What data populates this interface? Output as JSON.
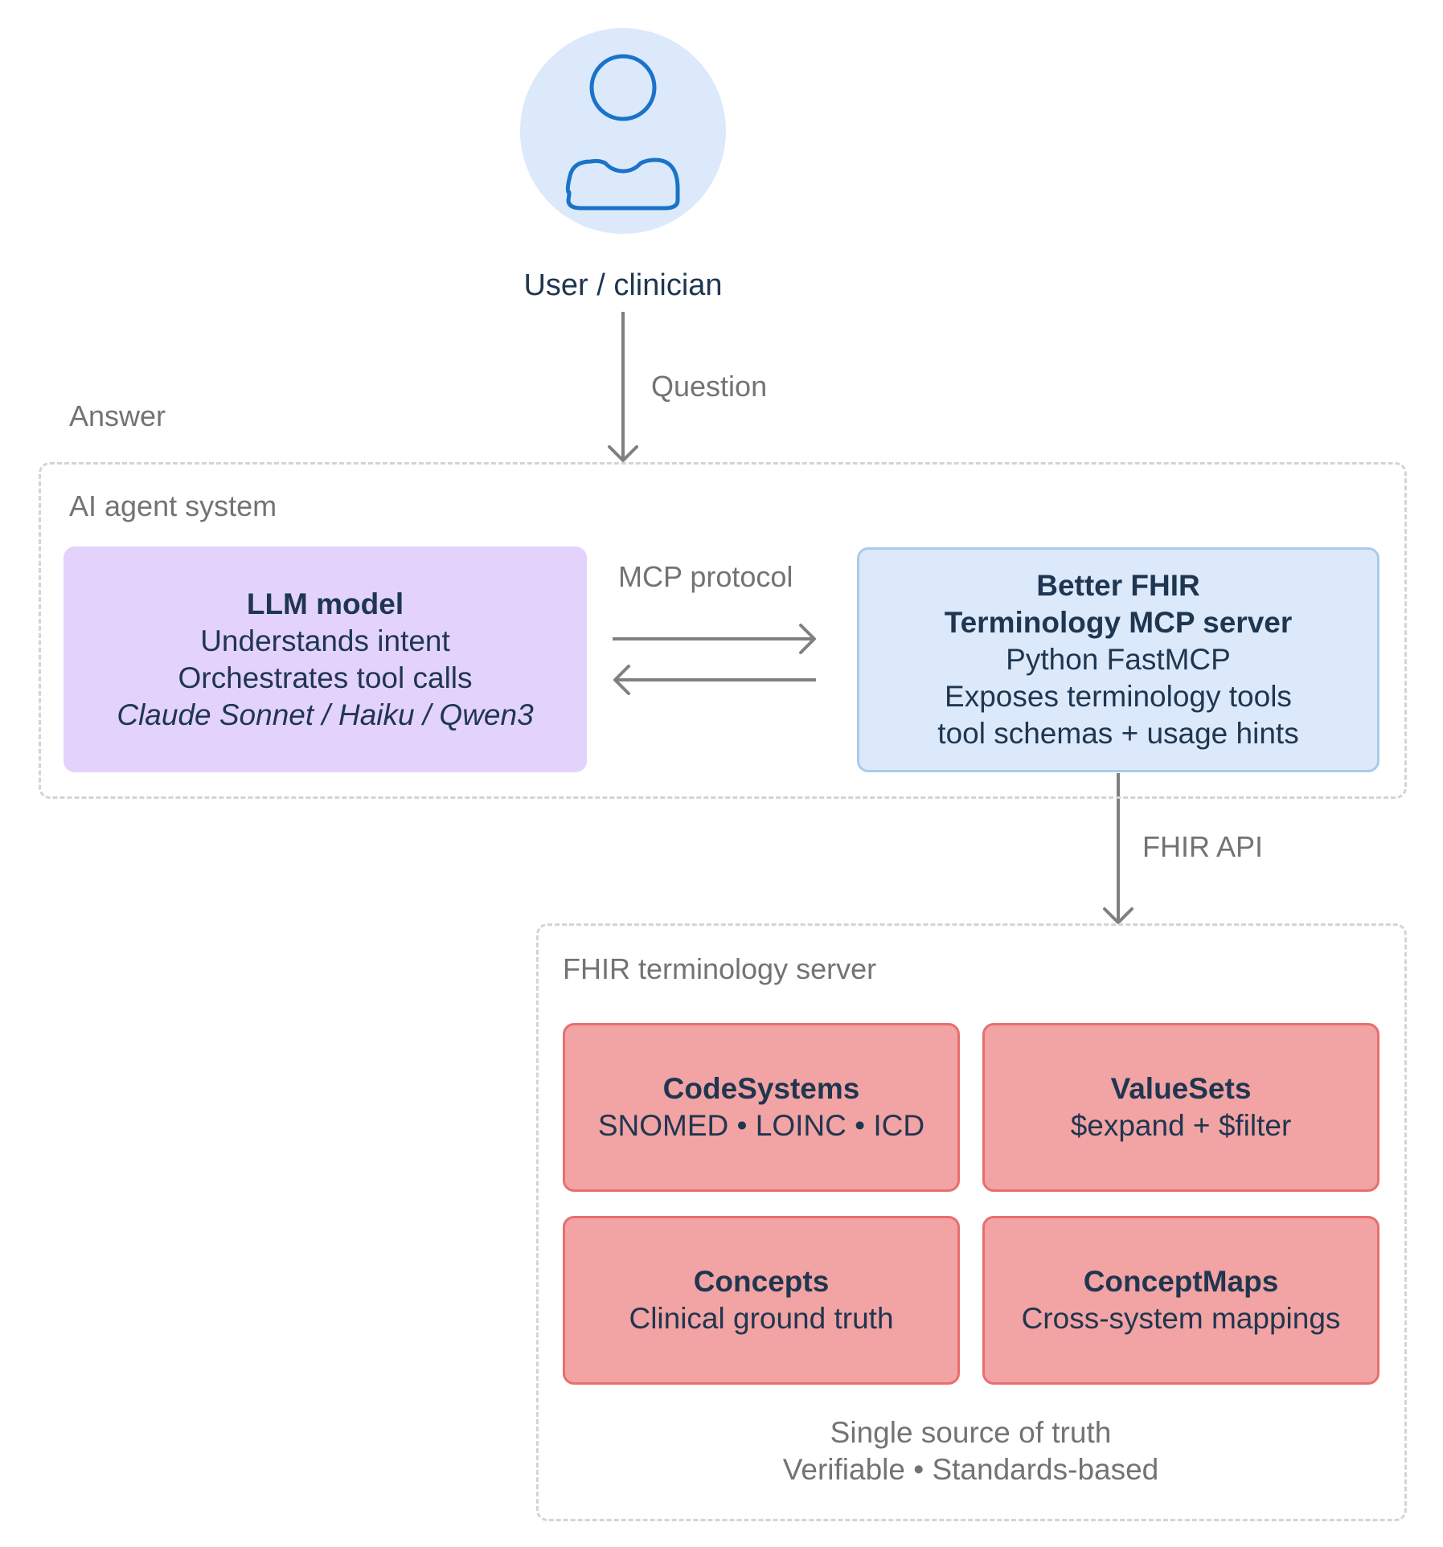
{
  "user": {
    "label": "User / clinician",
    "icon": "user-icon"
  },
  "edges": {
    "question": "Question",
    "answer": "Answer",
    "mcp_protocol": "MCP protocol",
    "fhir_api": "FHIR API"
  },
  "ai_agent_system": {
    "title": "AI agent system",
    "llm": {
      "title": "LLM model",
      "line1": "Understands intent",
      "line2": "Orchestrates tool calls",
      "line3": "Claude Sonnet / Haiku / Qwen3"
    },
    "mcp_server": {
      "title1": "Better FHIR",
      "title2": "Terminology MCP server",
      "line1": "Python FastMCP",
      "line2": "Exposes terminology tools",
      "line3": "tool schemas + usage hints"
    }
  },
  "fhir_server": {
    "title": "FHIR terminology server",
    "codesystems": {
      "title": "CodeSystems",
      "desc": "SNOMED • LOINC • ICD"
    },
    "valuesets": {
      "title": "ValueSets",
      "desc": "$expand + $filter"
    },
    "concepts": {
      "title": "Concepts",
      "desc": "Clinical ground truth"
    },
    "conceptmaps": {
      "title": "ConceptMaps",
      "desc": "Cross-system mappings"
    },
    "footer": {
      "line1": "Single source of truth",
      "line2": "Verifiable • Standards-based"
    }
  },
  "colors": {
    "text_dark": "#1f3650",
    "text_muted": "#737373",
    "arrow": "#808080",
    "llm_fill": "#e3d2fc",
    "mcp_fill": "#dbe9fb",
    "mcp_border": "#aacbe8",
    "store_fill": "#f2a3a3",
    "store_border": "#e86e70",
    "avatar_fill": "#dbe9fb",
    "avatar_stroke": "#1a73c9",
    "dashed_border": "#d4d4d4"
  }
}
